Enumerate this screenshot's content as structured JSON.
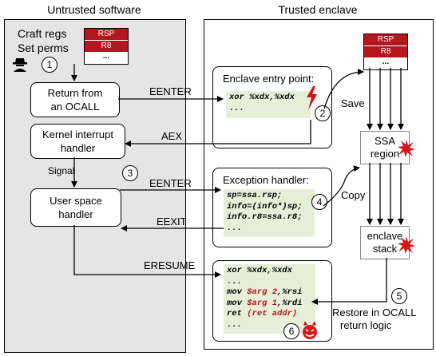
{
  "headings": {
    "untrusted": "Untrusted software",
    "trusted": "Trusted enclave"
  },
  "craft": {
    "line1": "Craft regs",
    "line2": "Set perms"
  },
  "registers_left": [
    "RSP",
    "R8",
    "..."
  ],
  "registers_right": [
    "RSP",
    "R8",
    "..."
  ],
  "boxes": {
    "return_ocall": {
      "line1": "Return from",
      "line2": "an OCALL"
    },
    "kernel": {
      "line1": "Kernel interrupt",
      "line2": "handler"
    },
    "user_space": {
      "line1": "User space",
      "line2": "handler"
    },
    "entry_title": "Enclave entry point:",
    "exception_title": "Exception handler:",
    "ssa": {
      "line1": "SSA",
      "line2": "region"
    },
    "stack": {
      "line1": "enclave",
      "line2": "stack"
    }
  },
  "code": {
    "entry": [
      "xor %xdx,%xdx",
      "..."
    ],
    "exception": [
      "sp=ssa.rsp;",
      "info=(info*)sp;",
      "info.r8=ssa.r8;",
      "..."
    ],
    "resume": [
      "xor %xdx,%xdx",
      "...",
      "mov $arg 2,%rsi",
      "mov $arg 1,%rdi",
      "ret (ret addr)",
      "..."
    ]
  },
  "arrows": {
    "eenter1": "EENTER",
    "aex": "AEX",
    "signal": "Signal",
    "eenter2": "EENTER",
    "eexit": "EEXIT",
    "eresume": "ERESUME",
    "save": "Save",
    "copy": "Copy",
    "restore1": "Restore in OCALL",
    "restore2": "return logic"
  },
  "steps": [
    "1",
    "2",
    "3",
    "4",
    "5",
    "6"
  ],
  "colors": {
    "red": "#b3161c",
    "code_bg": "#e8efd9",
    "left_bg": "#e5e5e5"
  }
}
